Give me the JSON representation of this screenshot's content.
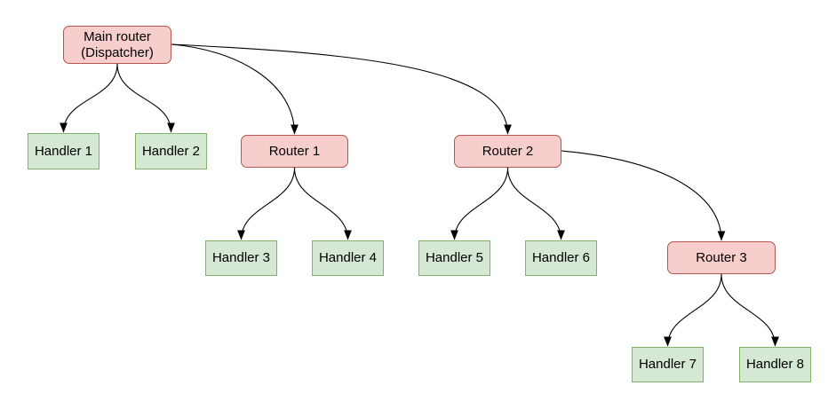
{
  "diagram": {
    "type": "tree",
    "colors": {
      "background": "#ffffff",
      "text": "#000000",
      "edge": "#000000",
      "router_fill": "#f8cecc",
      "router_border": "#b85450",
      "handler_fill": "#d5e8d4",
      "handler_border": "#82b366"
    },
    "nodes": {
      "main": {
        "kind": "router",
        "label_line1": "Main router",
        "label_line2": "(Dispatcher)"
      },
      "router1": {
        "kind": "router",
        "label": "Router 1"
      },
      "router2": {
        "kind": "router",
        "label": "Router 2"
      },
      "router3": {
        "kind": "router",
        "label": "Router 3"
      },
      "handler1": {
        "kind": "handler",
        "label": "Handler 1"
      },
      "handler2": {
        "kind": "handler",
        "label": "Handler 2"
      },
      "handler3": {
        "kind": "handler",
        "label": "Handler 3"
      },
      "handler4": {
        "kind": "handler",
        "label": "Handler 4"
      },
      "handler5": {
        "kind": "handler",
        "label": "Handler 5"
      },
      "handler6": {
        "kind": "handler",
        "label": "Handler 6"
      },
      "handler7": {
        "kind": "handler",
        "label": "Handler 7"
      },
      "handler8": {
        "kind": "handler",
        "label": "Handler 8"
      }
    },
    "edges": [
      {
        "from": "Main router (Dispatcher)",
        "to": "Handler 1"
      },
      {
        "from": "Main router (Dispatcher)",
        "to": "Handler 2"
      },
      {
        "from": "Main router (Dispatcher)",
        "to": "Router 1"
      },
      {
        "from": "Main router (Dispatcher)",
        "to": "Router 2"
      },
      {
        "from": "Router 1",
        "to": "Handler 3"
      },
      {
        "from": "Router 1",
        "to": "Handler 4"
      },
      {
        "from": "Router 2",
        "to": "Handler 5"
      },
      {
        "from": "Router 2",
        "to": "Handler 6"
      },
      {
        "from": "Router 2",
        "to": "Router 3"
      },
      {
        "from": "Router 3",
        "to": "Handler 7"
      },
      {
        "from": "Router 3",
        "to": "Handler 8"
      }
    ]
  }
}
